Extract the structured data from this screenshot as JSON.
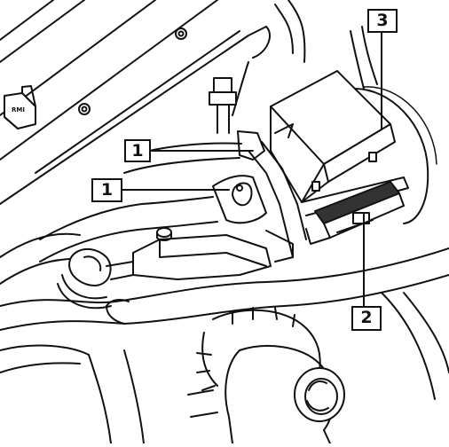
{
  "diagram": {
    "callouts": [
      {
        "id": "callout-1-upper",
        "label": "1"
      },
      {
        "id": "callout-1-lower",
        "label": "1"
      },
      {
        "id": "callout-2",
        "label": "2"
      },
      {
        "id": "callout-3",
        "label": "3"
      }
    ],
    "embossed_text": "RMI"
  }
}
